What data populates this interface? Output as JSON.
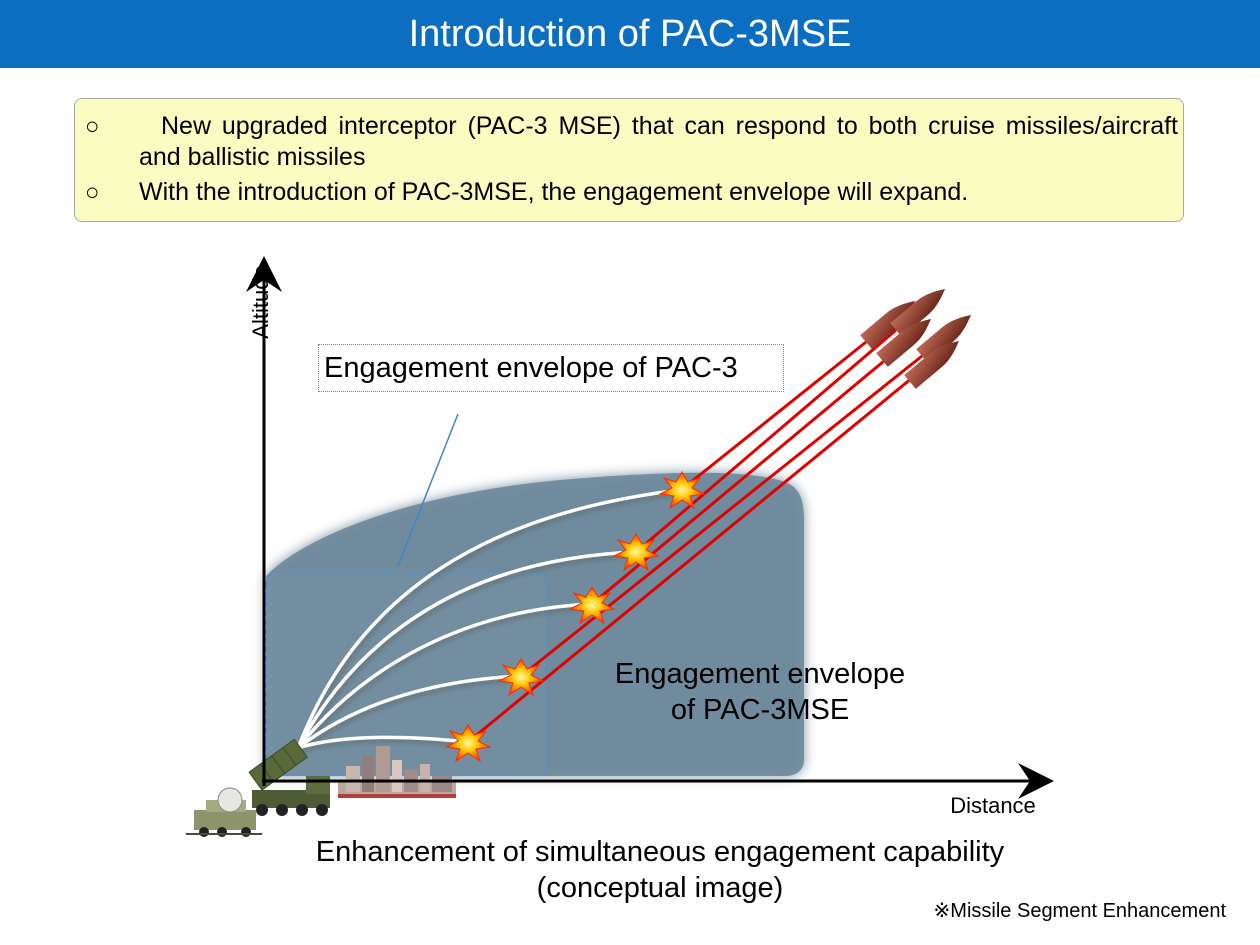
{
  "header": {
    "title": "Introduction of PAC-3MSE"
  },
  "summary": {
    "bullet_mark": "○",
    "items": [
      {
        "text": "New upgraded interceptor (PAC-3 MSE) that can respond to both cruise missiles/aircraft and ballistic missiles"
      },
      {
        "text": "With the introduction of PAC-3MSE, the engagement envelope will expand."
      }
    ]
  },
  "diagram": {
    "y_axis_label": "Altitude",
    "x_axis_label": "Distance",
    "pac3_envelope_label": "Engagement envelope of PAC-3",
    "mse_envelope_label_line1": "Engagement envelope",
    "mse_envelope_label_line2": "of PAC-3MSE",
    "interceptor_paths": 5,
    "incoming_missiles": 5,
    "colors": {
      "envelope_fill": "#6e8a9c",
      "missile_trail": "#e00000",
      "interceptor_trail": "#ffffff",
      "callout_line": "#3d86c8"
    }
  },
  "caption": {
    "line1": "Enhancement of simultaneous engagement capability",
    "line2": "(conceptual image)"
  },
  "footnote": "※Missile Segment Enhancement"
}
